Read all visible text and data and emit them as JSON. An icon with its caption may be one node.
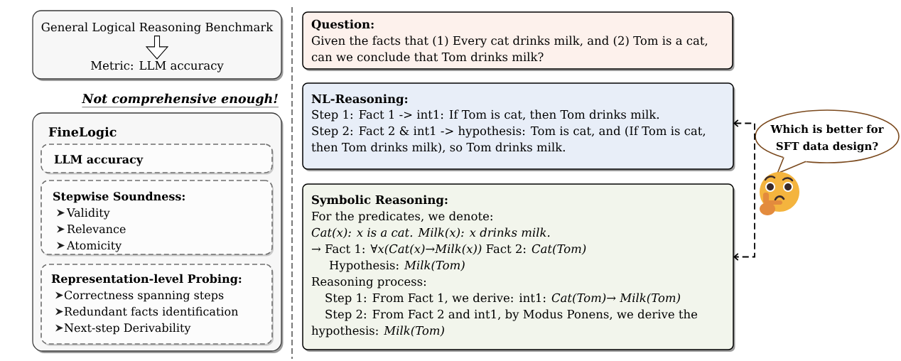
{
  "diagram": {
    "nodes": [
      {
        "text": [],
        "shape": "box"
      },
      {
        "text": [
          "General Logical Reasoning Benchmark"
        ],
        "in": 0
      },
      {
        "text": [
          "Metric: LLM accuracy"
        ],
        "in": 0
      },
      {
        "text": [
          "FineLogic"
        ]
      },
      {
        "text": [
          "LLM accuracy"
        ],
        "in": 3
      },
      {
        "text": [
          "Stepwise Soundness:",
          "Validity",
          "Relevance",
          "Atomicity"
        ],
        "in": 3
      },
      {
        "text": [
          "Representation-level Probing:",
          "Correctness spanning steps",
          "Redundant facts identification",
          "Next-step Derivability"
        ],
        "in": 3
      },
      {
        "text": [
          "Question:",
          "Given the facts that (1) Every cat drinks milk, and (2) Tom is a cat, can we conclude that Tom drinks milk?"
        ]
      },
      {
        "text": [
          "NL-Reasoning:",
          "Step 1: Fact 1 -> int1: If Tom is cat, then Tom drinks milk.",
          "Step 2: Fact 2 & int1 -> hypothesis: Tom is cat, and (If Tom is cat, then Tom drinks milk), so Tom drinks milk."
        ]
      },
      {
        "text": [
          "Symbolic Reasoning:",
          "For the predicates, we denote:",
          "Cat(x): x is a cat. Milk(x): x drinks milk.",
          "→ Fact 1: *∀x(Cat(x)→Milk(x))* Fact 2: *Cat(Tom)*",
          "Hypothesis: *Milk(Tom)*",
          "Reasoning process:",
          "Step 1: From Fact 1, we derive: int1: *Cat(Tom)→ Milk(Tom)*",
          "Step 2: From Fact 2 and int1, by Modus Ponens, we derive the hypothesis: *Milk(Tom)*"
        ]
      },
      {
        "text": [
          "Which is better for SFT data design?"
        ]
      }
    ],
    "edges": [
      {
        "from": 1,
        "to": 2,
        "arrow": "to"
      },
      {
        "from": 8,
        "to": 9,
        "arrow": "both",
        "style": "dashed"
      }
    ],
    "labels": [
      "Not comprehensive enough!"
    ]
  }
}
